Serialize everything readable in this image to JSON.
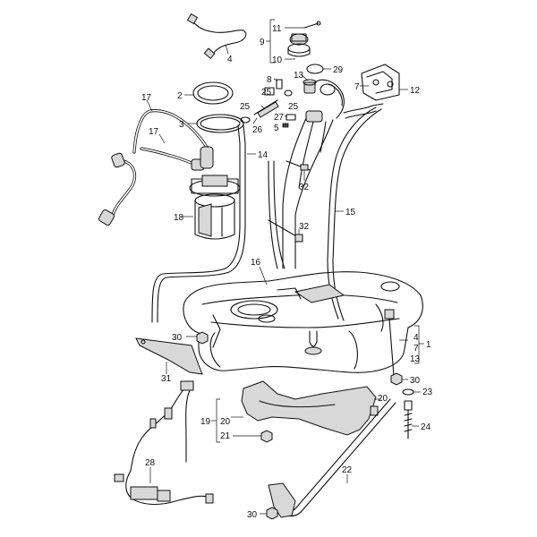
{
  "labels": [
    {
      "id": "l4a",
      "text": "4"
    },
    {
      "id": "l11",
      "text": "11"
    },
    {
      "id": "l9",
      "text": "9"
    },
    {
      "id": "l10",
      "text": "10"
    },
    {
      "id": "l29",
      "text": "29"
    },
    {
      "id": "l8",
      "text": "8"
    },
    {
      "id": "l13a",
      "text": "13"
    },
    {
      "id": "l7a",
      "text": "7"
    },
    {
      "id": "l12",
      "text": "12"
    },
    {
      "id": "l2",
      "text": "2"
    },
    {
      "id": "l17a",
      "text": "17"
    },
    {
      "id": "l25a",
      "text": "25"
    },
    {
      "id": "l25b",
      "text": "25"
    },
    {
      "id": "l25c",
      "text": "25"
    },
    {
      "id": "l3",
      "text": "3"
    },
    {
      "id": "l26",
      "text": "26"
    },
    {
      "id": "l27",
      "text": "27"
    },
    {
      "id": "l5",
      "text": "5"
    },
    {
      "id": "l17b",
      "text": "17"
    },
    {
      "id": "l14",
      "text": "14"
    },
    {
      "id": "l32a",
      "text": "32"
    },
    {
      "id": "l18",
      "text": "18"
    },
    {
      "id": "l15",
      "text": "15"
    },
    {
      "id": "l32b",
      "text": "32"
    },
    {
      "id": "l16",
      "text": "16"
    },
    {
      "id": "l4b",
      "text": "4"
    },
    {
      "id": "l1",
      "text": "1"
    },
    {
      "id": "l7b",
      "text": "7"
    },
    {
      "id": "l13b",
      "text": "13"
    },
    {
      "id": "l30a",
      "text": "30"
    },
    {
      "id": "l30b",
      "text": "30"
    },
    {
      "id": "l31",
      "text": "31"
    },
    {
      "id": "l23",
      "text": "23"
    },
    {
      "id": "l20a",
      "text": "20"
    },
    {
      "id": "l19",
      "text": "19"
    },
    {
      "id": "l20b",
      "text": "20"
    },
    {
      "id": "l24",
      "text": "24"
    },
    {
      "id": "l21",
      "text": "21"
    },
    {
      "id": "l28",
      "text": "28"
    },
    {
      "id": "l22",
      "text": "22"
    },
    {
      "id": "l30c",
      "text": "30"
    }
  ]
}
